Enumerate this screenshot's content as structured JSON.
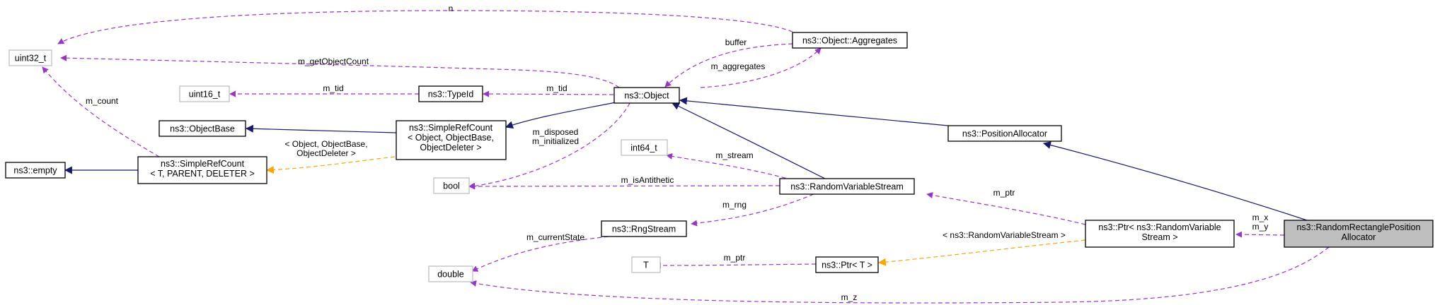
{
  "colors": {
    "member_edge": "#9a32cd",
    "inherit_edge": "#191970",
    "template_edge": "#ffa500",
    "box_border": "#000000",
    "box_border_light": "#bfbfbf",
    "highlight_fill": "#bfbfbf",
    "label_text": "#000000"
  },
  "nodes": {
    "uint32_t": {
      "lines": [
        "uint32_t"
      ]
    },
    "uint16_t": {
      "lines": [
        "uint16_t"
      ]
    },
    "ns3_empty": {
      "lines": [
        "ns3::empty"
      ]
    },
    "ns3_objectbase": {
      "lines": [
        "ns3::ObjectBase"
      ]
    },
    "simplerefcount_tpl": {
      "lines": [
        "ns3::SimpleRefCount",
        "< T, PARENT, DELETER >"
      ]
    },
    "simplerefcount_obj": {
      "lines": [
        "ns3::SimpleRefCount",
        "< Object, ObjectBase,",
        "ObjectDeleter >"
      ]
    },
    "ns3_typeid": {
      "lines": [
        "ns3::TypeId"
      ]
    },
    "ns3_object": {
      "lines": [
        "ns3::Object"
      ]
    },
    "object_aggregates": {
      "lines": [
        "ns3::Object::Aggregates"
      ]
    },
    "int64_t": {
      "lines": [
        "int64_t"
      ]
    },
    "bool": {
      "lines": [
        "bool"
      ]
    },
    "random_variable_stream": {
      "lines": [
        "ns3::RandomVariableStream"
      ]
    },
    "rng_stream": {
      "lines": [
        "ns3::RngStream"
      ]
    },
    "double": {
      "lines": [
        "double"
      ]
    },
    "T": {
      "lines": [
        "T"
      ]
    },
    "ptr_T": {
      "lines": [
        "ns3::Ptr< T >"
      ]
    },
    "position_allocator": {
      "lines": [
        "ns3::PositionAllocator"
      ]
    },
    "ptr_rvs": {
      "lines": [
        "ns3::Ptr< ns3::RandomVariable",
        "Stream >"
      ]
    },
    "random_rectangle": {
      "lines": [
        "ns3::RandomRectanglePosition",
        "Allocator"
      ]
    }
  },
  "edges": {
    "n": [
      "n"
    ],
    "m_getObjectCount": [
      "m_getObjectCount"
    ],
    "m_count": [
      "m_count"
    ],
    "m_tid_uint16": [
      "m_tid"
    ],
    "m_tid_typeid": [
      "m_tid"
    ],
    "buffer": [
      "buffer"
    ],
    "m_aggregates": [
      "m_aggregates"
    ],
    "tpl_object_objectbase": [
      "< Object, ObjectBase,",
      "ObjectDeleter >"
    ],
    "m_disposed_initialized": [
      "m_disposed",
      "m_initialized"
    ],
    "m_stream": [
      "m_stream"
    ],
    "m_isAntithetic": [
      "m_isAntithetic"
    ],
    "m_rng": [
      "m_rng"
    ],
    "m_currentState": [
      "m_currentState"
    ],
    "m_ptr_T": [
      "m_ptr"
    ],
    "m_ptr_rvs": [
      "m_ptr"
    ],
    "tpl_ptr_rvs": [
      "< ns3::RandomVariableStream >"
    ],
    "m_x_m_y": [
      "m_x",
      "m_y"
    ],
    "m_z": [
      "m_z"
    ]
  }
}
